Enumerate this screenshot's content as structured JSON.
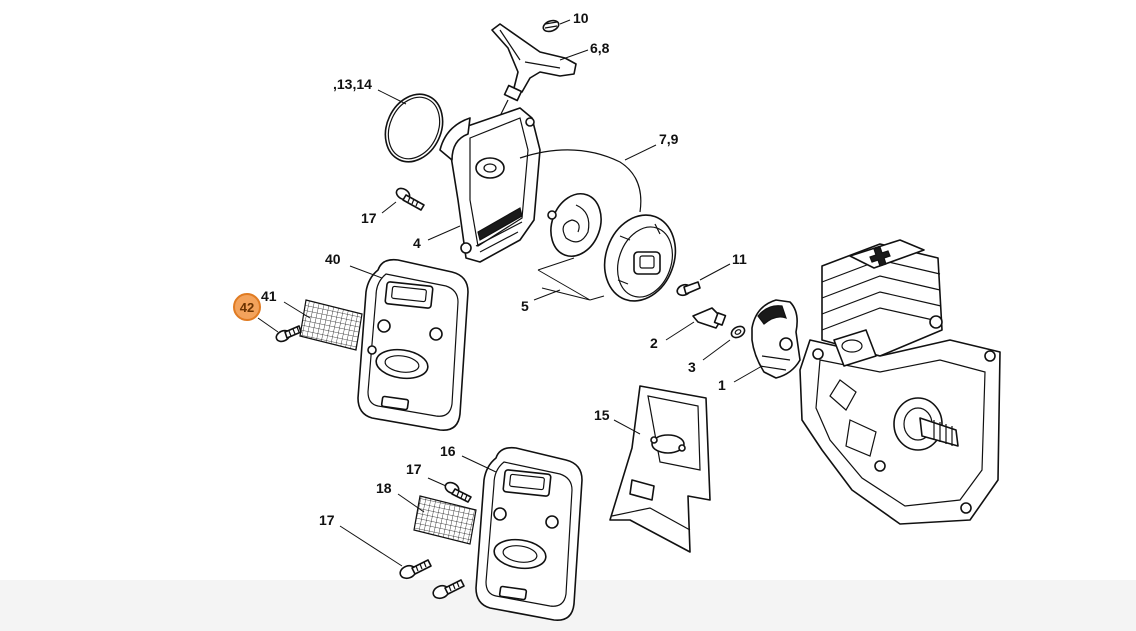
{
  "labels": {
    "p10": "10",
    "p68": "6,8",
    "p1314": ",13,14",
    "p79": "7,9",
    "p17a": "17",
    "p4": "4",
    "p40": "40",
    "p41": "41",
    "p42": "42",
    "p5": "5",
    "p11": "11",
    "p2": "2",
    "p3": "3",
    "p1": "1",
    "p15": "15",
    "p16": "16",
    "p17b": "17",
    "p18": "18",
    "p17c": "17"
  },
  "highlight": {
    "color": "#f3a35c",
    "part": "42"
  }
}
